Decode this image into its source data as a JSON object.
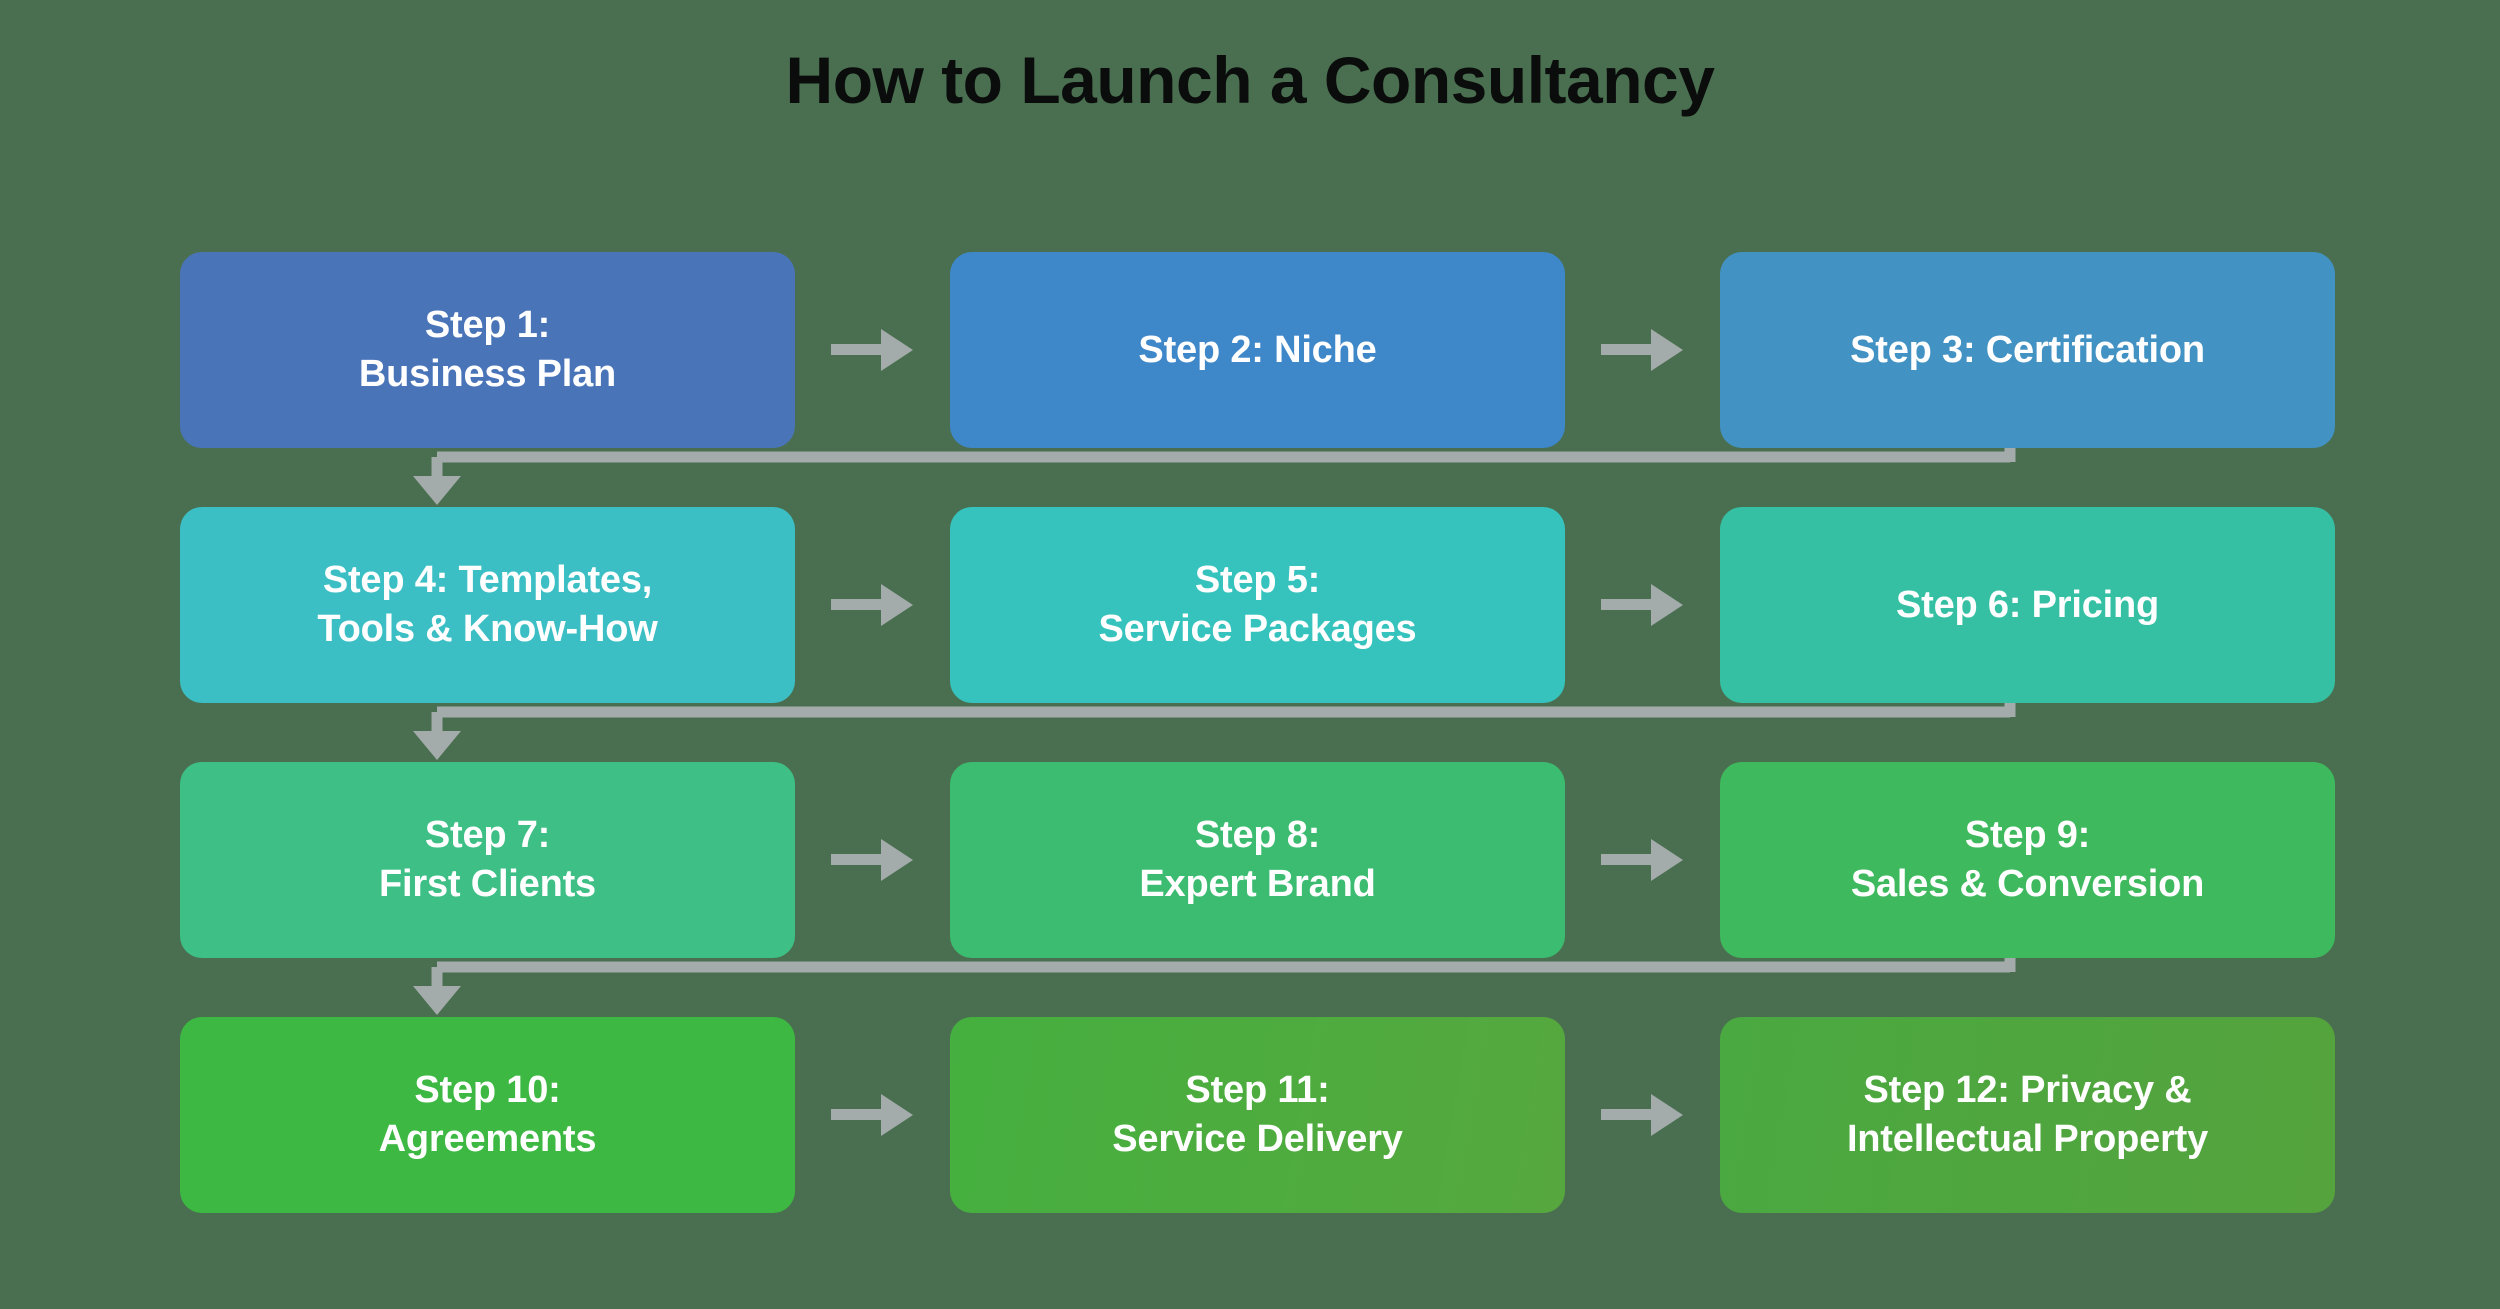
{
  "page": {
    "title": "How to Launch a Consultancy",
    "background_color": "#4a6f50",
    "title_color": "#0b0d0c",
    "connector_color": "#a3abab"
  },
  "flow": {
    "type": "process-flowchart",
    "layout": "3 columns x 4 rows, serpentine left-to-right then wrap down",
    "steps": [
      {
        "id": 1,
        "label": "Step 1:\nBusiness Plan",
        "color": "#4a74b8",
        "row": 1,
        "col": 1
      },
      {
        "id": 2,
        "label": "Step 2: Niche",
        "color": "#3e87c9",
        "row": 1,
        "col": 2
      },
      {
        "id": 3,
        "label": "Step 3: Certification",
        "color": "#4292c4",
        "row": 1,
        "col": 3
      },
      {
        "id": 4,
        "label": "Step 4: Templates,\nTools & Know-How",
        "color": "#3bbfc4",
        "row": 2,
        "col": 1
      },
      {
        "id": 5,
        "label": "Step 5:\nService Packages",
        "color": "#36c3bd",
        "row": 2,
        "col": 2
      },
      {
        "id": 6,
        "label": "Step 6: Pricing",
        "color": "#35c0a4",
        "row": 2,
        "col": 3
      },
      {
        "id": 7,
        "label": "Step 7:\nFirst Clients",
        "color": "#3dbf86",
        "row": 3,
        "col": 1
      },
      {
        "id": 8,
        "label": "Step 8:\nExpert Brand",
        "color": "#3cbc70",
        "row": 3,
        "col": 2
      },
      {
        "id": 9,
        "label": "Step 9:\nSales & Conversion",
        "color": "#3eb95d",
        "row": 3,
        "col": 3
      },
      {
        "id": 10,
        "label": "Step 10:\nAgreements",
        "color": "#3db843",
        "row": 4,
        "col": 1
      },
      {
        "id": 11,
        "label": "Step 11:\nService Delivery",
        "color": "#45b03f",
        "row": 4,
        "col": 2
      },
      {
        "id": 12,
        "label": "Step 12: Privacy &\nIntellectual Property",
        "color": "#4aa940",
        "row": 4,
        "col": 3
      }
    ],
    "connectors": {
      "horizontal_count": 8,
      "wrap_count": 3,
      "direction_note": "arrows point right within a row; wrap connectors run from the end of a row down and back to the start of the next row"
    }
  }
}
